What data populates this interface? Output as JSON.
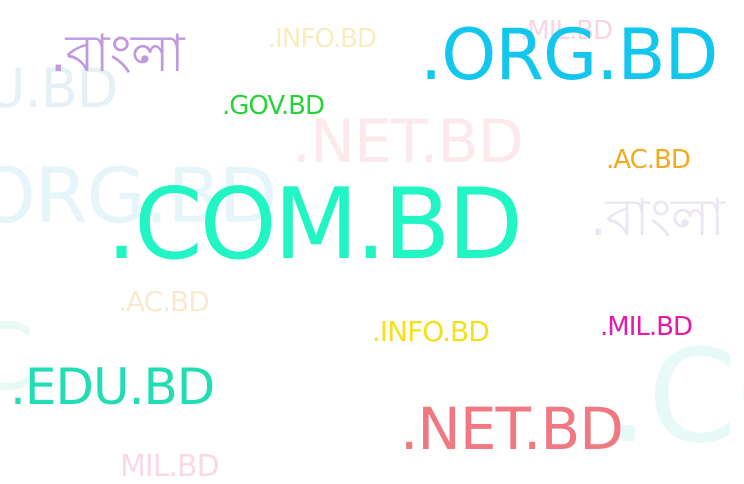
{
  "words": {
    "bangla_main": ".বাংলা",
    "info_faint": ".INFO.BD",
    "mil_faint_top": ".MIL.BD",
    "org_main": ".ORG.BD",
    "u_bd_faint": "U.BD",
    "gov_main": ".GOV.BD",
    "net_faint": ".NET.BD",
    "ac_main": ".AC.BD",
    "org_faint_left": "ORG.BD",
    "com_main": ".COM.BD",
    "bangla_faint": ".বাংলা",
    "ac_faint": ".AC.BD",
    "info_main": ".INFO.BD",
    "mil_main": ".MIL.BD",
    "c_faint_left": "C",
    "edu_main": ".EDU.BD",
    "co_faint_right": ".CO",
    "net_main": ".NET.BD",
    "mil_faint_bottom": "MIL.BD"
  },
  "colors": {
    "purple": "#c09ae0",
    "cyan": "#12c6ee",
    "green": "#27d23b",
    "orange": "#f2ab1f",
    "teal": "#22f5c4",
    "yellow": "#f4e11c",
    "magenta": "#e41aa8",
    "coral": "#f07880"
  }
}
